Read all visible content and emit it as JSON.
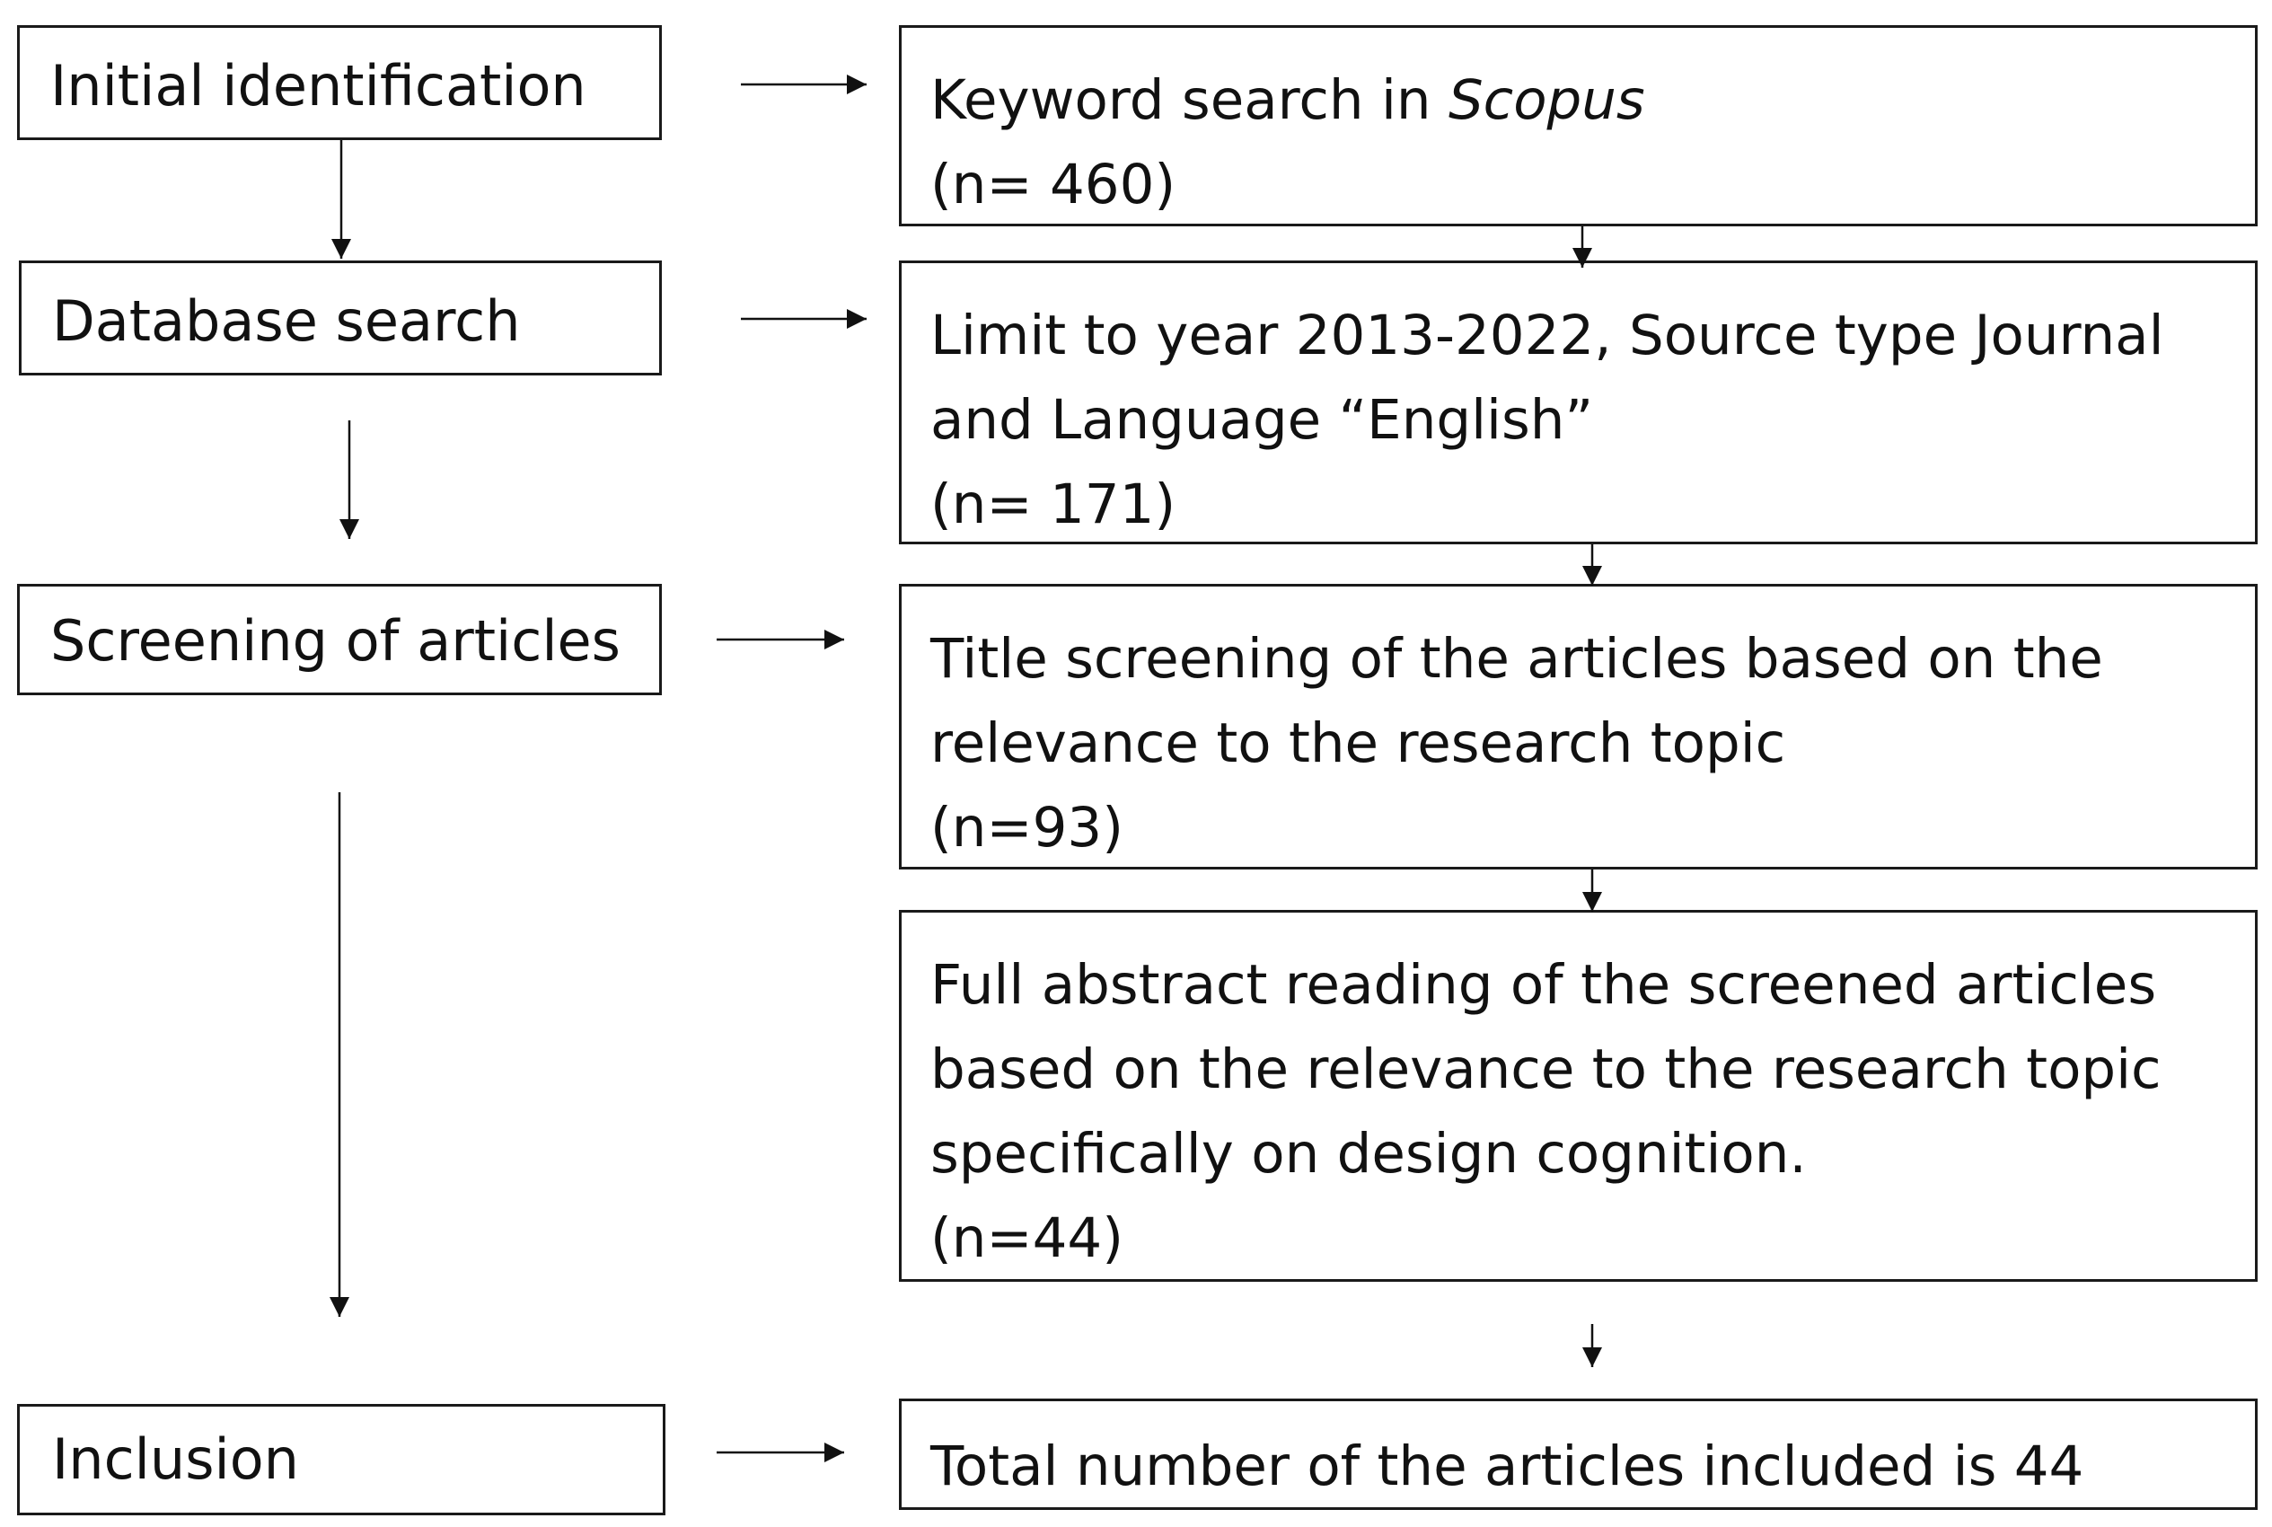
{
  "stages": {
    "initial": "Initial identification",
    "database": "Database search",
    "screening": "Screening of articles",
    "inclusion": "Inclusion"
  },
  "steps": {
    "keyword": {
      "prefix": "Keyword search in ",
      "source": "Scopus",
      "count": "(n= 460)"
    },
    "limit": {
      "line1": "Limit to year 2013-2022, Source type Journal",
      "line2": "and Language “English”",
      "count": "(n= 171)"
    },
    "title": {
      "line1": "Title screening of the articles based on the",
      "line2": "relevance to the research topic",
      "count": "(n=93)"
    },
    "abstract": {
      "line1": "Full abstract reading of the screened articles",
      "line2": "based on the relevance to the research topic",
      "line3": "specifically on design cognition.",
      "count": "(n=44)"
    },
    "total": {
      "text": "Total number of the articles included is 44"
    }
  }
}
